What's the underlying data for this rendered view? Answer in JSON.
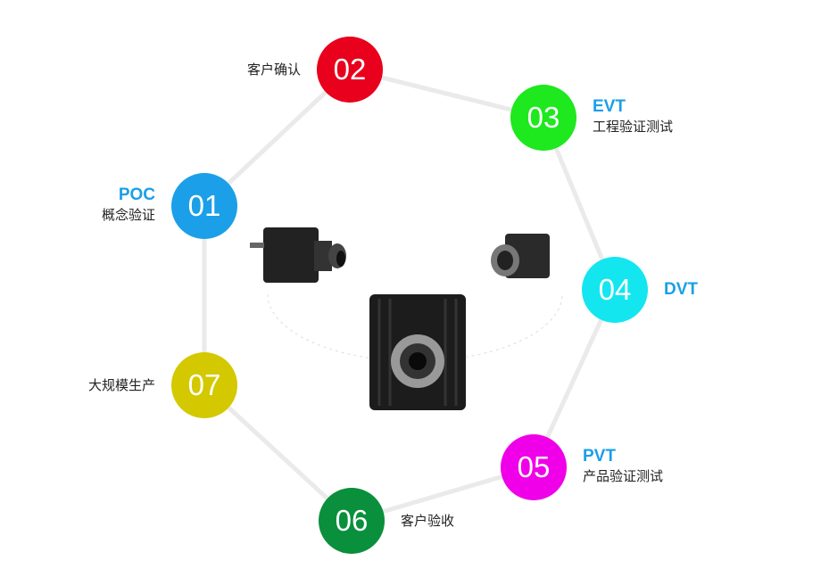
{
  "steps": [
    {
      "num": "01",
      "en": "POC",
      "zh": "概念验证",
      "color": "#1a9fe8"
    },
    {
      "num": "02",
      "en": "",
      "zh": "客户确认",
      "color": "#e8001c"
    },
    {
      "num": "03",
      "en": "EVT",
      "zh": "工程验证测试",
      "color": "#1ee81e"
    },
    {
      "num": "04",
      "en": "DVT",
      "zh": "",
      "color": "#14e6f0"
    },
    {
      "num": "05",
      "en": "PVT",
      "zh": "产品验证测试",
      "color": "#f000e8"
    },
    {
      "num": "06",
      "en": "",
      "zh": "客户验收",
      "color": "#0a8f3c"
    },
    {
      "num": "07",
      "en": "",
      "zh": "大规模生产",
      "color": "#d4c800"
    }
  ]
}
